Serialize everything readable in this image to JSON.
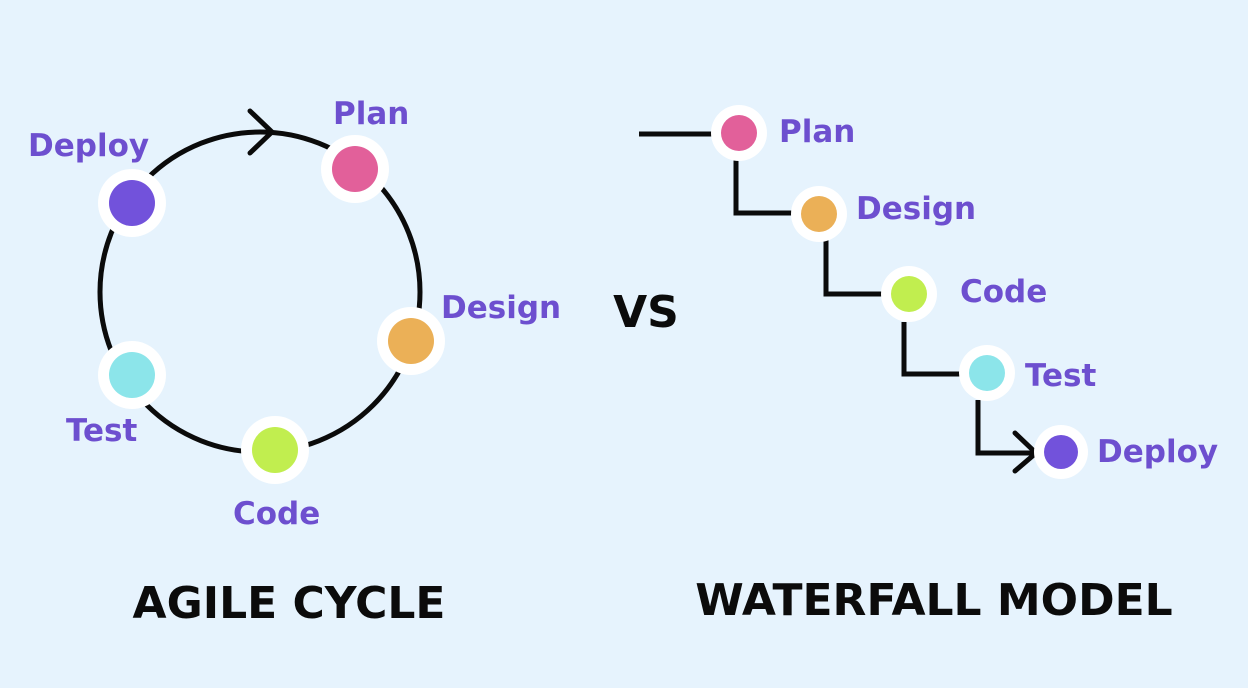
{
  "colors": {
    "background": "#e6f3fd",
    "line": "#0b0b0b",
    "label_text": "#6d4fcf",
    "title_text": "#0b0b0b",
    "node_ring": "#ffffff",
    "plan": "#e2609a",
    "design": "#ebb057",
    "code": "#c1ee4f",
    "test": "#8ce5ea",
    "deploy": "#7252db"
  },
  "agile": {
    "title": "AGILE CYCLE",
    "stages": [
      {
        "label": "Plan",
        "color_key": "plan"
      },
      {
        "label": "Design",
        "color_key": "design"
      },
      {
        "label": "Code",
        "color_key": "code"
      },
      {
        "label": "Test",
        "color_key": "test"
      },
      {
        "label": "Deploy",
        "color_key": "deploy"
      }
    ]
  },
  "separator": {
    "text": "VS"
  },
  "waterfall": {
    "title": "WATERFALL MODEL",
    "stages": [
      {
        "label": "Plan",
        "color_key": "plan"
      },
      {
        "label": "Design",
        "color_key": "design"
      },
      {
        "label": "Code",
        "color_key": "code"
      },
      {
        "label": "Test",
        "color_key": "test"
      },
      {
        "label": "Deploy",
        "color_key": "deploy"
      }
    ]
  }
}
